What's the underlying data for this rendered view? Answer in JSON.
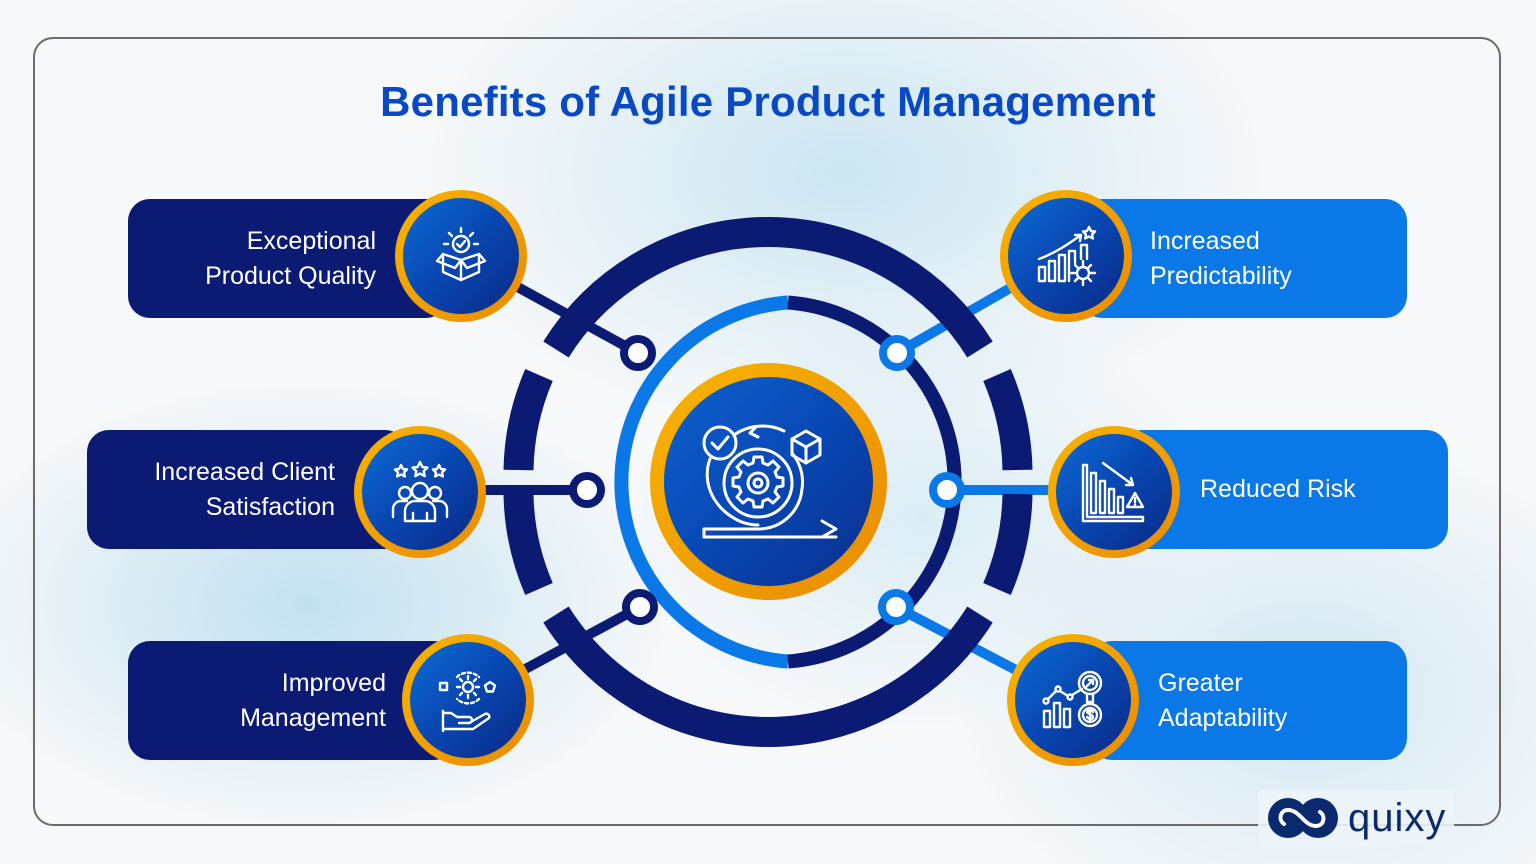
{
  "title": "Benefits of Agile Product Management",
  "colors": {
    "title": "#0a49c4",
    "dark_navy": "#0b1b74",
    "bright_blue": "#0a78e6",
    "orange": "#f9b400",
    "white": "#ffffff"
  },
  "center": {
    "icon": "agile-cycle-gear-icon"
  },
  "benefits": [
    {
      "label": "Exceptional\nProduct Quality",
      "icon": "quality-box-check-icon",
      "side": "left"
    },
    {
      "label": "Increased Client\nSatisfaction",
      "icon": "client-satisfaction-stars-icon",
      "side": "left"
    },
    {
      "label": "Improved\nManagement",
      "icon": "management-hand-gear-icon",
      "side": "left"
    },
    {
      "label": "Increased\nPredictability",
      "icon": "growth-chart-gear-icon",
      "side": "right"
    },
    {
      "label": "Reduced Risk",
      "icon": "declining-chart-warning-icon",
      "side": "right"
    },
    {
      "label": "Greater\nAdaptability",
      "icon": "chart-magnifier-dollar-icon",
      "side": "right"
    }
  ],
  "logo": {
    "text": "quixy"
  }
}
